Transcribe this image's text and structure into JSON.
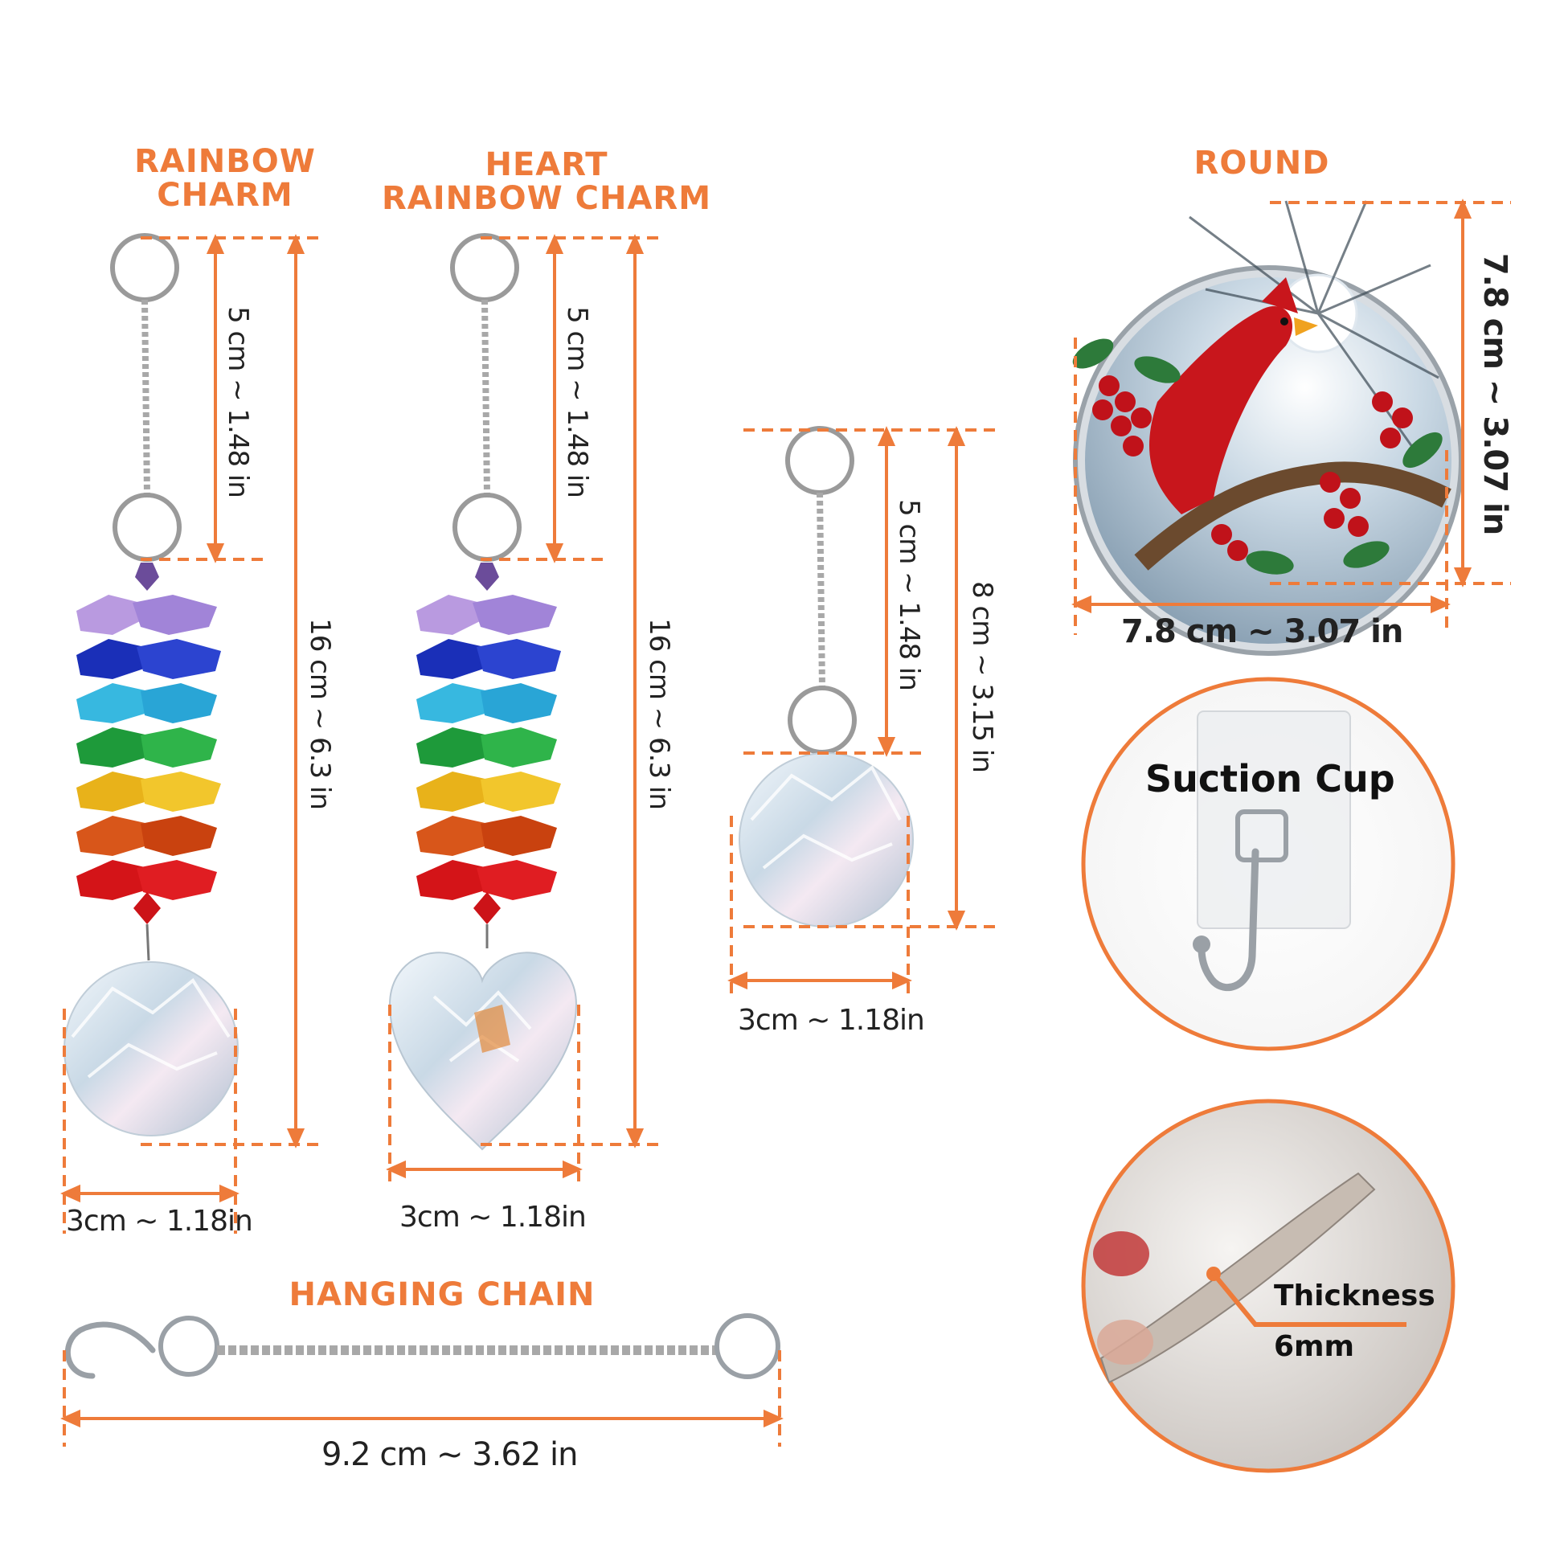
{
  "titles": {
    "rainbow_line1": "RAINBOW",
    "rainbow_line2": "CHARM",
    "heart_line1": "HEART",
    "heart_line2": "RAINBOW CHARM",
    "round": "ROUND",
    "hanging_chain": "HANGING CHAIN"
  },
  "dimensions": {
    "rainbow_top": "5 cm ~ 1.48 in",
    "rainbow_total": "16 cm ~ 6.3 in",
    "rainbow_width": "3cm ~ 1.18in",
    "heart_top": "5 cm ~ 1.48 in",
    "heart_total": "16 cm ~ 6.3 in",
    "heart_width": "3cm ~ 1.18in",
    "ball_top": "5 cm ~ 1.48 in",
    "ball_total": "8 cm ~ 3.15 in",
    "ball_width": "3cm ~ 1.18in",
    "round_height": "7.8 cm ~ 3.07 in",
    "round_width": "7.8 cm ~ 3.07 in",
    "chain_length": "9.2 cm ~ 3.62 in"
  },
  "callouts": {
    "suction": "Suction Cup",
    "thickness": "Thickness",
    "thickness_value": "6mm"
  },
  "colors": {
    "accent": "#ee7b3a",
    "text": "#222222"
  },
  "icons": [
    "cardinal-suncatcher-image",
    "suction-hook-icon",
    "crystal-edge-image",
    "s-hook-icon"
  ]
}
